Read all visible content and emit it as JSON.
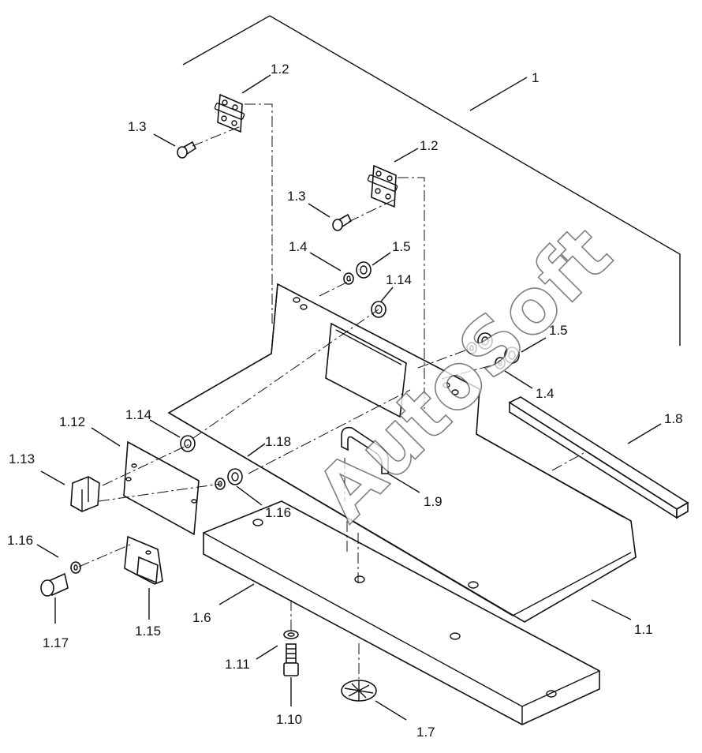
{
  "watermark": "AutoSoft",
  "callouts": {
    "c1": "1",
    "c1_1": "1.1",
    "c1_2a": "1.2",
    "c1_2b": "1.2",
    "c1_3a": "1.3",
    "c1_3b": "1.3",
    "c1_4a": "1.4",
    "c1_4b": "1.4",
    "c1_5a": "1.5",
    "c1_5b": "1.5",
    "c1_6": "1.6",
    "c1_7": "1.7",
    "c1_8": "1.8",
    "c1_9": "1.9",
    "c1_10": "1.10",
    "c1_11": "1.11",
    "c1_12": "1.12",
    "c1_13": "1.13",
    "c1_14a": "1.14",
    "c1_14b": "1.14",
    "c1_15": "1.15",
    "c1_16a": "1.16",
    "c1_16b": "1.16",
    "c1_17": "1.17",
    "c1_18": "1.18"
  }
}
